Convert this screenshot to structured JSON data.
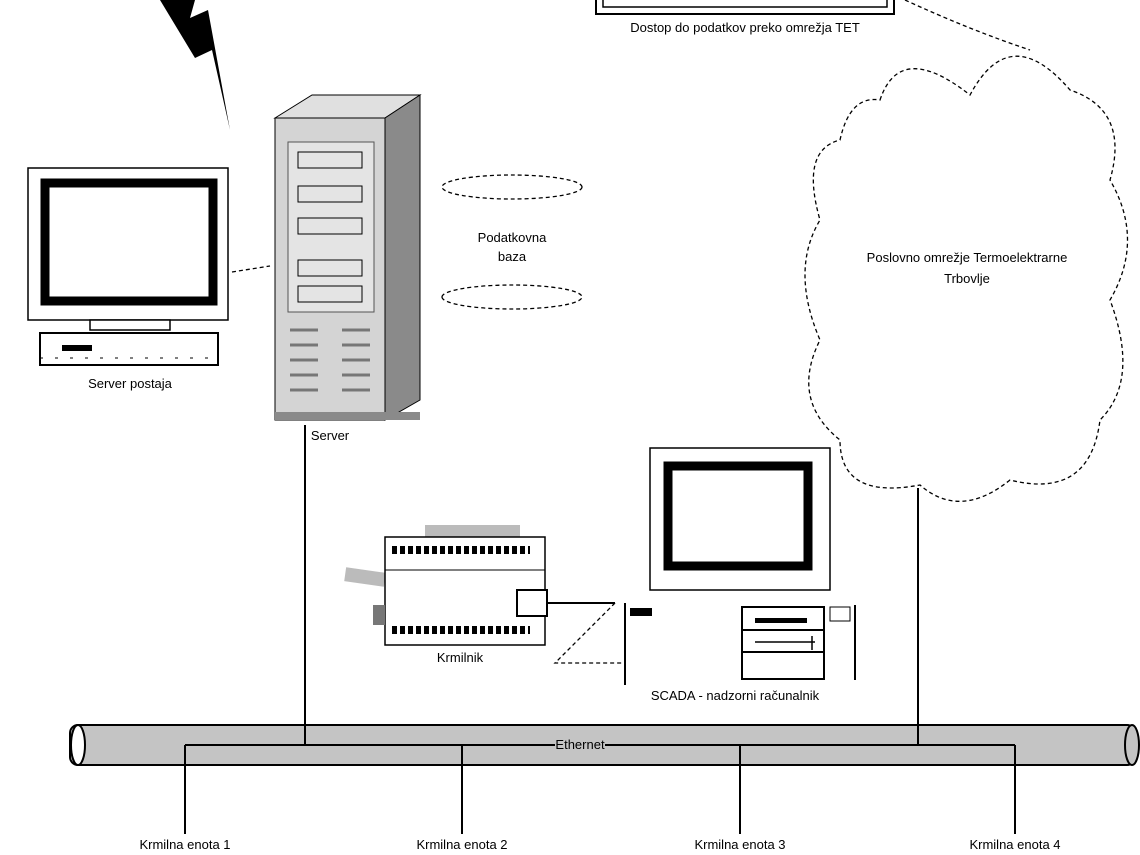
{
  "diagram": {
    "external_box_label": "Dostop do podatkov preko omrežja TET",
    "cloud_label_line1": "Poslovno omrežje Termoelektrarne",
    "cloud_label_line2": "Trbovlje",
    "workstation_label": "Server postaja",
    "server_label": "Server",
    "database_label_line1": "Podatkovna",
    "database_label_line2": "baza",
    "plc_label": "Krmilnik",
    "scada_label": "SCADA - nadzorni računalnik",
    "bus_label": "Ethernet",
    "nodes": [
      {
        "label": "Krmilna enota 1"
      },
      {
        "label": "Krmilna enota 2"
      },
      {
        "label": "Krmilna enota 3"
      },
      {
        "label": "Krmilna enota 4"
      }
    ]
  }
}
